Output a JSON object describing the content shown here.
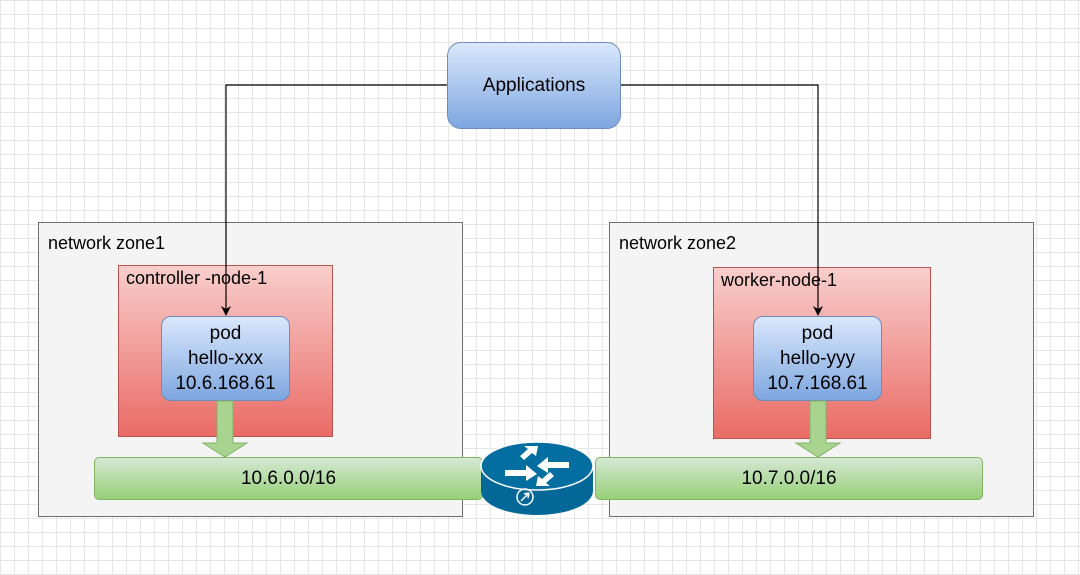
{
  "applications": {
    "label": "Applications"
  },
  "zones": [
    {
      "label": "network zone1",
      "node": "controller -node-1",
      "pod": {
        "line1": "pod",
        "line2": "hello-xxx",
        "line3": "10.6.168.61"
      },
      "subnet": "10.6.0.0/16"
    },
    {
      "label": "network zone2",
      "node": "worker-node-1",
      "pod": {
        "line1": "pod",
        "line2": "hello-yyy",
        "line3": "10.7.168.61"
      },
      "subnet": "10.7.0.0/16"
    }
  ],
  "router": {
    "icon": "router-icon"
  },
  "colors": {
    "zone_fill": "#f4f4f4",
    "node_fill_top": "#f8cecc",
    "node_fill_bottom": "#ea6b66",
    "pod_fill_top": "#dae8fc",
    "pod_fill_bottom": "#7ea6e0",
    "subnet_fill_top": "#d5e8d4",
    "subnet_fill_bottom": "#97d077",
    "router": "#036897"
  }
}
